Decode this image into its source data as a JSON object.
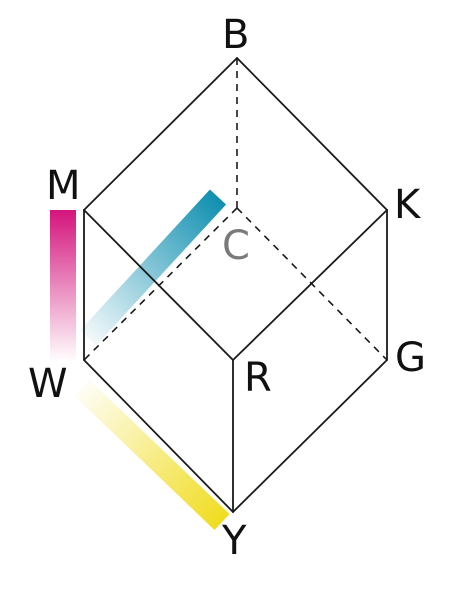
{
  "labels": {
    "B": "B",
    "M": "M",
    "K": "K",
    "C": "C",
    "W": "W",
    "R": "R",
    "G": "G",
    "Y": "Y"
  },
  "colors": {
    "magenta": "#d4147c",
    "cyan": "#0f8fb0",
    "yellow": "#f0dc1e",
    "edge": "#1a1a1a",
    "hidden_label": "#7a7a7a"
  }
}
